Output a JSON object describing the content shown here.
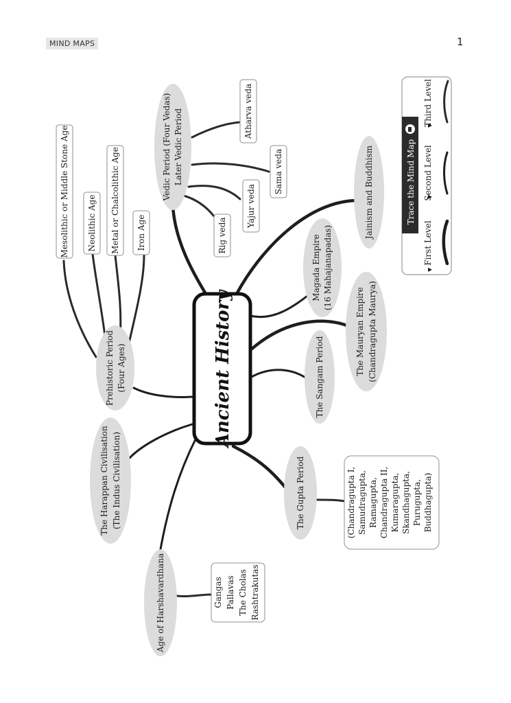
{
  "header": {
    "tag": "MIND MAPS",
    "page_number": "1"
  },
  "center": {
    "label": "Ancient History"
  },
  "nodes": {
    "vedic": {
      "lines": [
        "Vedic Period (Four Vedas)",
        "Later Vedic Period"
      ]
    },
    "prehistoric": {
      "lines": [
        "Prehistoric Period",
        "(Four Ages)"
      ]
    },
    "harappan": {
      "lines": [
        "The Harappan Civilisation",
        "(The Indus Civilisation)"
      ]
    },
    "harsha": {
      "lines": [
        "Age of Harshavardhana"
      ]
    },
    "gupta": {
      "lines": [
        "The Gupta Period"
      ]
    },
    "sangam": {
      "lines": [
        "The Sangam Period"
      ]
    },
    "mauryan": {
      "lines": [
        "The Mauryan Empire",
        "(Chandragupta Maurya)"
      ]
    },
    "magada": {
      "lines": [
        "Magada Empire",
        "(16 Mahajanapadas)"
      ]
    },
    "jainism": {
      "lines": [
        "Jainism and Buddhism"
      ]
    }
  },
  "leaves": {
    "ages": [
      "Mesolithic or Middle Stone Age",
      "Neolithic Age",
      "Metal or Chalcolithic Age",
      "Iron Age"
    ],
    "vedas": [
      "Atharva veda",
      "Sama veda",
      "Yajur veda",
      "Rig veda"
    ],
    "gupta_rulers": [
      "(Chandragupta I,",
      "Samudragupta,",
      "Ramagupta,",
      "Chandragupta II,",
      "Kumaragupta,",
      "Skandhagupta,",
      "Purugupta,",
      "Buddhagupta)"
    ],
    "dynasties": [
      "Gangas",
      "Pallavas",
      "The Cholas",
      "Rashtrakutas"
    ]
  },
  "legend": {
    "title": "Trace the Mind Map",
    "levels": [
      "First Level",
      "Second Level",
      "Third Level"
    ]
  }
}
